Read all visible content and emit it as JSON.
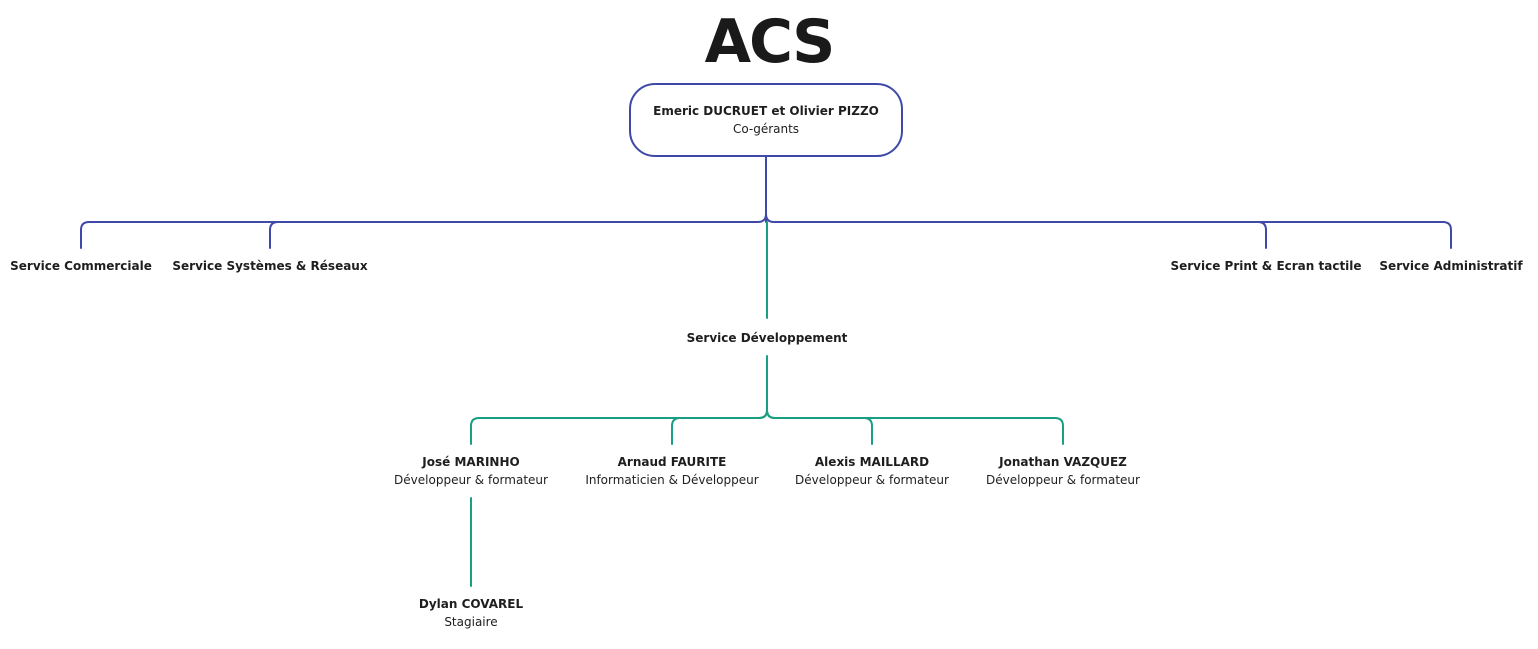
{
  "title": "ACS",
  "colors": {
    "management_lines": "#3f4aa8",
    "development_lines": "#1a9e84",
    "text": "#1e1e1e"
  },
  "root": {
    "name": "Emeric DUCRUET et Olivier PIZZO",
    "role": "Co-gérants"
  },
  "services": [
    {
      "name": "Service Commerciale"
    },
    {
      "name": "Service Systèmes & Réseaux"
    },
    {
      "name": "Service Print & Ecran tactile"
    },
    {
      "name": "Service Administratif"
    }
  ],
  "development": {
    "name": "Service Développement",
    "members": [
      {
        "name": "José MARINHO",
        "role": "Développeur & formateur"
      },
      {
        "name": "Arnaud FAURITE",
        "role": "Informaticien & Développeur"
      },
      {
        "name": "Alexis MAILLARD",
        "role": "Développeur & formateur"
      },
      {
        "name": "Jonathan VAZQUEZ",
        "role": "Développeur & formateur"
      }
    ],
    "intern": {
      "name": "Dylan COVAREL",
      "role": "Stagiaire"
    }
  }
}
